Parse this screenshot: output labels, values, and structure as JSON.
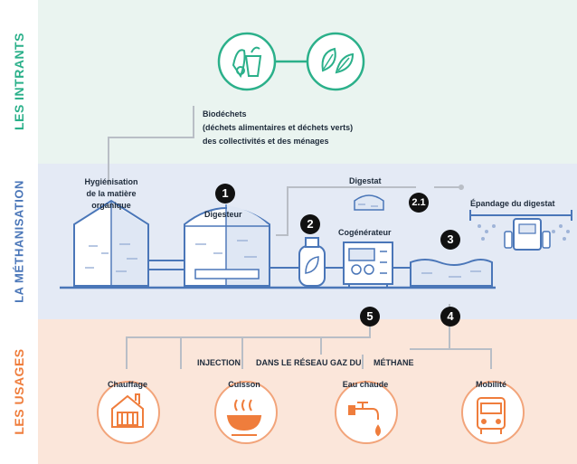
{
  "sections": {
    "intrants": "LES INTRANTS",
    "methanisation": "LA MÉTHANISATION",
    "usages": "LES USAGES"
  },
  "biodechets": {
    "line1": "Biodéchets",
    "line2": "(déchets alimentaires et déchets verts)",
    "line3": "des collectivités et des ménages"
  },
  "process": {
    "hygienisation": [
      "Hygiénisation",
      "de la matière",
      "organique"
    ],
    "digesteur": "Digesteur",
    "digestat": "Digestat",
    "cogenerateur": "Cogénérateur",
    "epandage": "Épandage du digestat"
  },
  "steps": {
    "s1": "1",
    "s2": "2",
    "s21": "2.1",
    "s3": "3",
    "s4": "4",
    "s5": "5"
  },
  "injection": {
    "part1": "INJECTION",
    "part2": "DANS LE RÉSEAU GAZ DU",
    "part3": "MÉTHANE"
  },
  "usages": [
    {
      "label": "Chauffage",
      "icon": "radiator-house-icon"
    },
    {
      "label": "Cuisson",
      "icon": "cooking-pot-icon"
    },
    {
      "label": "Eau chaude",
      "icon": "water-tap-icon"
    },
    {
      "label": "Mobilité",
      "icon": "bus-icon"
    }
  ],
  "colors": {
    "intrants": "#2bb08a",
    "methanisation": "#4a76b8",
    "usages": "#ef7d3c"
  }
}
